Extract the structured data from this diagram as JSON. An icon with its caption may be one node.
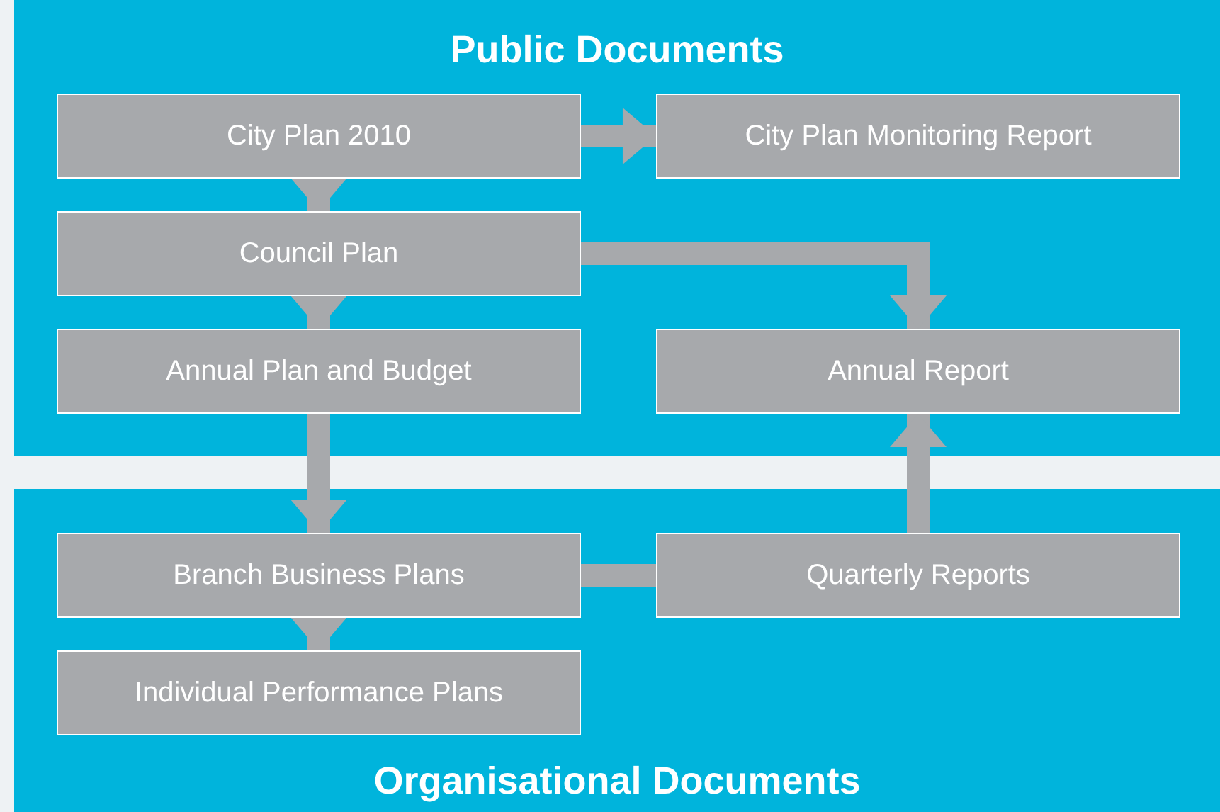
{
  "diagram": {
    "nodes": [
      {
        "text": [
          "Public Documents"
        ]
      },
      {
        "text": [
          "City Plan 2010"
        ],
        "in": 0
      },
      {
        "text": [
          "City Plan Monitoring Report"
        ],
        "in": 0
      },
      {
        "text": [
          "Council Plan"
        ],
        "in": 0
      },
      {
        "text": [
          "Annual Plan and Budget"
        ],
        "in": 0
      },
      {
        "text": [
          "Annual Report"
        ],
        "in": 0
      },
      {
        "text": [
          "Organisational Documents"
        ]
      },
      {
        "text": [
          "Branch Business Plans"
        ],
        "in": 6
      },
      {
        "text": [
          "Quarterly Reports"
        ],
        "in": 6
      },
      {
        "text": [
          "Individual Performance Plans"
        ],
        "in": 6
      }
    ],
    "edges": [
      {
        "from": 1,
        "to": 2,
        "arrow": "to"
      },
      {
        "from": 1,
        "to": 3,
        "arrow": "to"
      },
      {
        "from": 3,
        "to": 5,
        "arrow": "to"
      },
      {
        "from": 3,
        "to": 4,
        "arrow": "to"
      },
      {
        "from": 4,
        "to": 7,
        "arrow": "to"
      },
      {
        "from": 8,
        "to": 5,
        "arrow": "to"
      },
      {
        "from": 7,
        "to": 8,
        "arrow": "none"
      },
      {
        "from": 7,
        "to": 9,
        "arrow": "to"
      }
    ]
  }
}
